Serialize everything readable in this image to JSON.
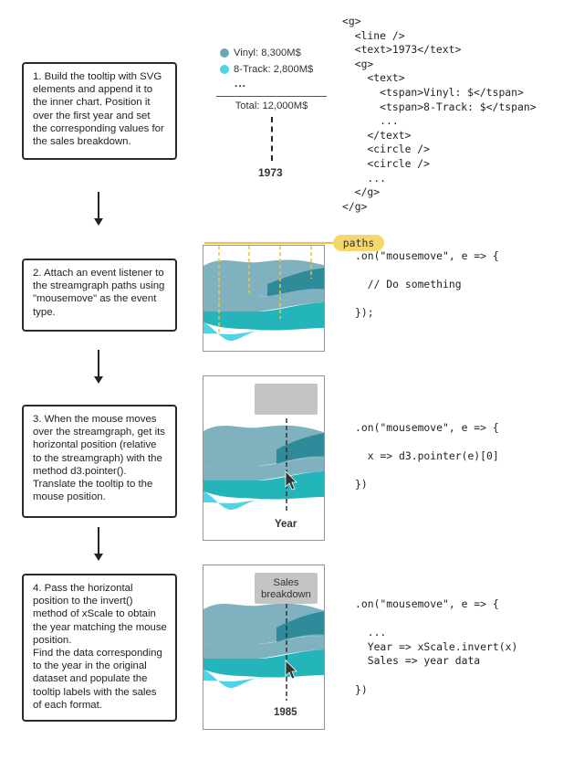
{
  "steps": [
    {
      "text": "1. Build the tooltip with SVG elements and append it to the inner chart. Position it over the first year and set the corresponding values for the sales breakdown."
    },
    {
      "text": "2. Attach an event listener to the streamgraph paths using \"mousemove\" as the event type."
    },
    {
      "text": "3. When the mouse moves over the streamgraph, get its horizontal position (relative to the streamgraph) with the method d3.pointer().\nTranslate the tooltip to the mouse position."
    },
    {
      "text": "4. Pass the horizontal position to the invert() method of xScale to obtain the year matching the mouse position.\nFind the data corresponding to the year in the original dataset and populate the tooltip labels with the sales of each format."
    }
  ],
  "tooltip_example": {
    "rows": [
      {
        "label": "Vinyl: 8,300M$",
        "color": "#6da8b8"
      },
      {
        "label": "8-Track: 2,800M$",
        "color": "#4fd4e8"
      }
    ],
    "ellipsis": "...",
    "total": "Total: 12,000M$",
    "year": "1973"
  },
  "code_blocks": {
    "svg_structure": "<g>\n  <line />\n  <text>1973</text>\n  <g>\n    <text>\n      <tspan>Vinyl: $</tspan>\n      <tspan>8-Track: $</tspan>\n      ...\n    </text>\n    <circle />\n    <circle />\n    ...\n  </g>\n</g>",
    "step2": ".on(\"mousemove\", e => {\n\n  // Do something\n\n});",
    "step3": ".on(\"mousemove\", e => {\n\n  x => d3.pointer(e)[0]\n\n})",
    "step4": ".on(\"mousemove\", e => {\n\n  ...\n  Year => xScale.invert(x)\n  Sales => year data\n\n})"
  },
  "labels": {
    "paths_tag": "paths",
    "panel3_axis": "Year",
    "panel4_tooltip": "Sales\nbreakdown",
    "panel4_year": "1985"
  },
  "colors": {
    "stream_top": "#7fb1bf",
    "stream_dark": "#2f8b9a",
    "stream_teal": "#24b5bb",
    "stream_light": "#4fd3e6",
    "highlight": "#f0c43a",
    "tooltip_gray": "#c4c4c4"
  }
}
